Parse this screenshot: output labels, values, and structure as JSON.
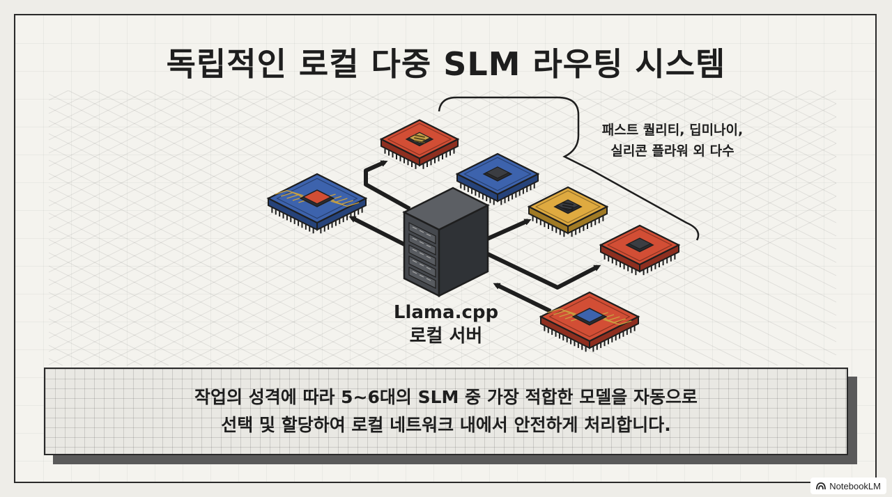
{
  "title": "독립적인 로컬 다중 SLM 라우팅 시스템",
  "annotation": {
    "line1": "패스트 퀄리티, 딥미나이,",
    "line2": "실리콘 플라워 외 다수"
  },
  "server": {
    "line1": "Llama.cpp",
    "line2": "로컬 서버"
  },
  "description": {
    "line1": "작업의 성격에 따라 5~6대의 SLM 중 가장 적합한 모델을 자동으로",
    "line2": "선택 및 할당하여 로컬 네트워크 내에서 안전하게 처리합니다."
  },
  "watermark": "NotebookLM",
  "colors": {
    "red": "#d24e35",
    "blue": "#3d63ad",
    "yellow": "#dfaa40",
    "server": "#3d4045",
    "ink": "#1e1e1e",
    "gold": "#c8a040"
  },
  "chips": [
    {
      "name": "chip-red-top",
      "color": "red",
      "core": "yellow-pattern"
    },
    {
      "name": "chip-blue-left",
      "color": "blue",
      "core": "red-square",
      "circuits": true
    },
    {
      "name": "chip-blue-center",
      "color": "blue",
      "core": "dark-square"
    },
    {
      "name": "chip-yellow",
      "color": "yellow",
      "core": "dark-pattern"
    },
    {
      "name": "chip-red-right",
      "color": "red",
      "core": "dark-square"
    },
    {
      "name": "chip-red-bottom",
      "color": "red",
      "core": "blue-square",
      "circuits": true
    }
  ]
}
